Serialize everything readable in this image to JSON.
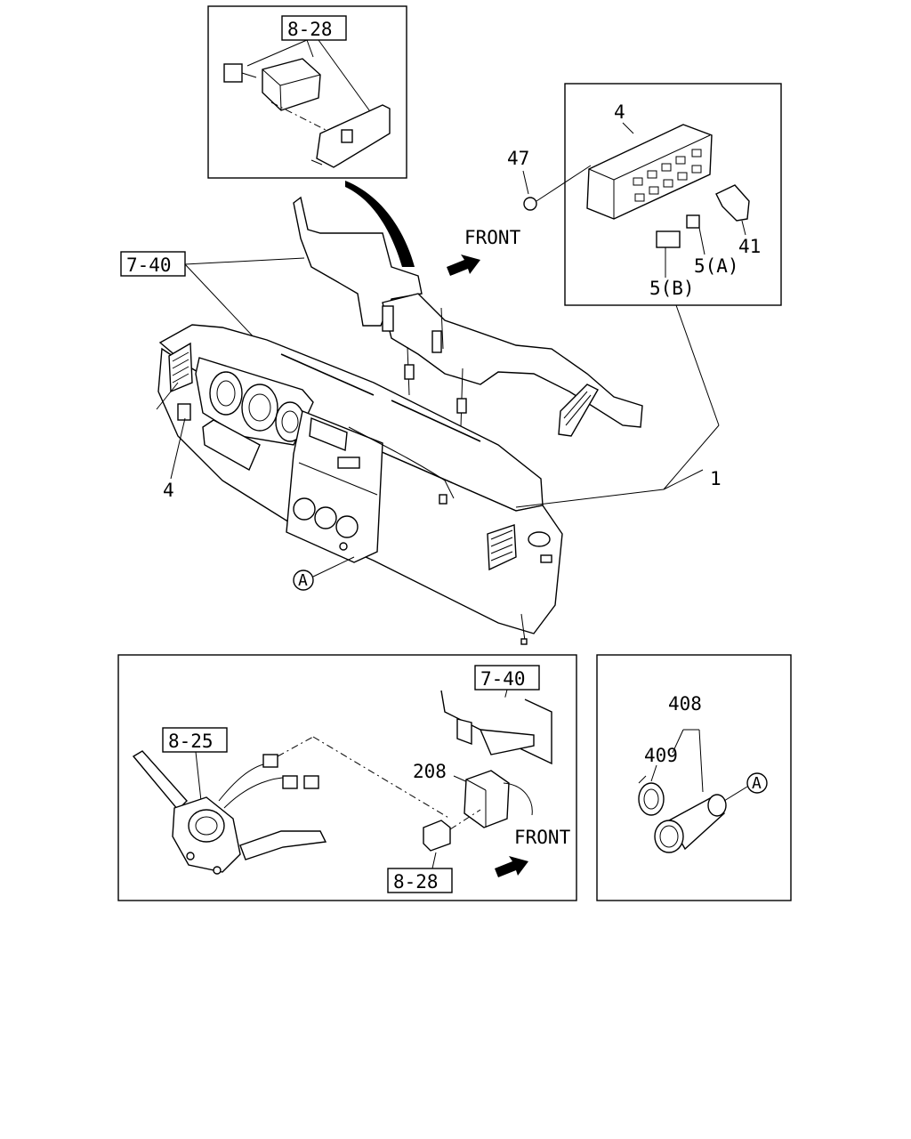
{
  "callouts": {
    "top_ref_8_28": "8-28",
    "ref_7_40": "7-40",
    "part_4_top": "4",
    "part_47": "47",
    "part_41": "41",
    "part_5a": "5(A)",
    "part_5b": "5(B)",
    "part_1": "1",
    "part_4_left": "4",
    "circle_a_main": "A",
    "front_top": "FRONT"
  },
  "inset_switch": {
    "ref_7_40": "7-40",
    "ref_8_25": "8-25",
    "part_208": "208",
    "ref_8_28": "8-28",
    "front": "FRONT"
  },
  "inset_lighter": {
    "part_408": "408",
    "part_409": "409",
    "circle_a": "A"
  }
}
